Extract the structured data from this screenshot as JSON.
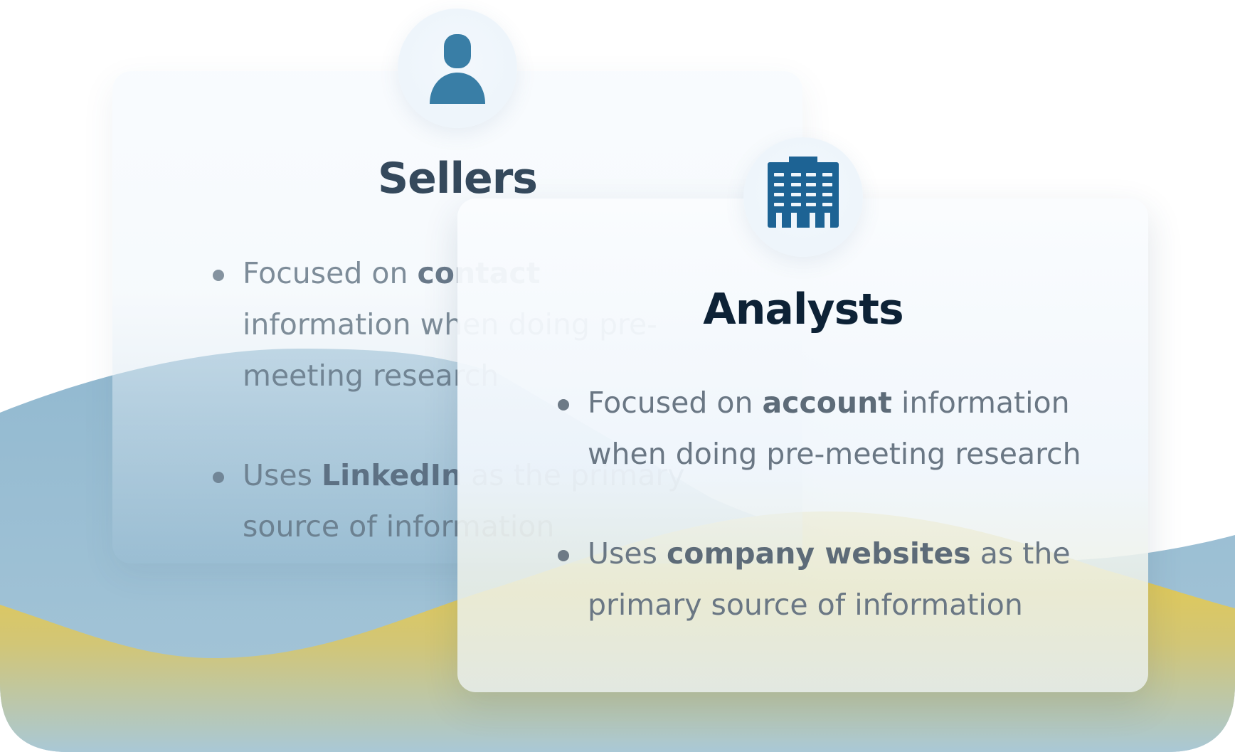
{
  "colors": {
    "blue_wave": "#97bcd2",
    "yellow_wave": "#e6c43e",
    "icon_blue_person": "#397ea6",
    "icon_blue_building": "#1d6394",
    "title_back": "#35495c",
    "title_front": "#0d2236",
    "body_text": "#6a7784"
  },
  "sellers_card": {
    "icon": "person-icon",
    "title": "Sellers",
    "bullets": [
      {
        "pre": "Focused on ",
        "bold": "contact",
        "post": " information when doing pre-meeting research"
      },
      {
        "pre": "Uses ",
        "bold": "LinkedIn",
        "post": " as the primary source of information"
      }
    ]
  },
  "analysts_card": {
    "icon": "building-icon",
    "title": "Analysts",
    "bullets": [
      {
        "pre": "Focused on ",
        "bold": "account",
        "post": " information when doing pre-meeting research"
      },
      {
        "pre": "Uses ",
        "bold": "company websites",
        "post": " as the primary source of information"
      }
    ]
  }
}
